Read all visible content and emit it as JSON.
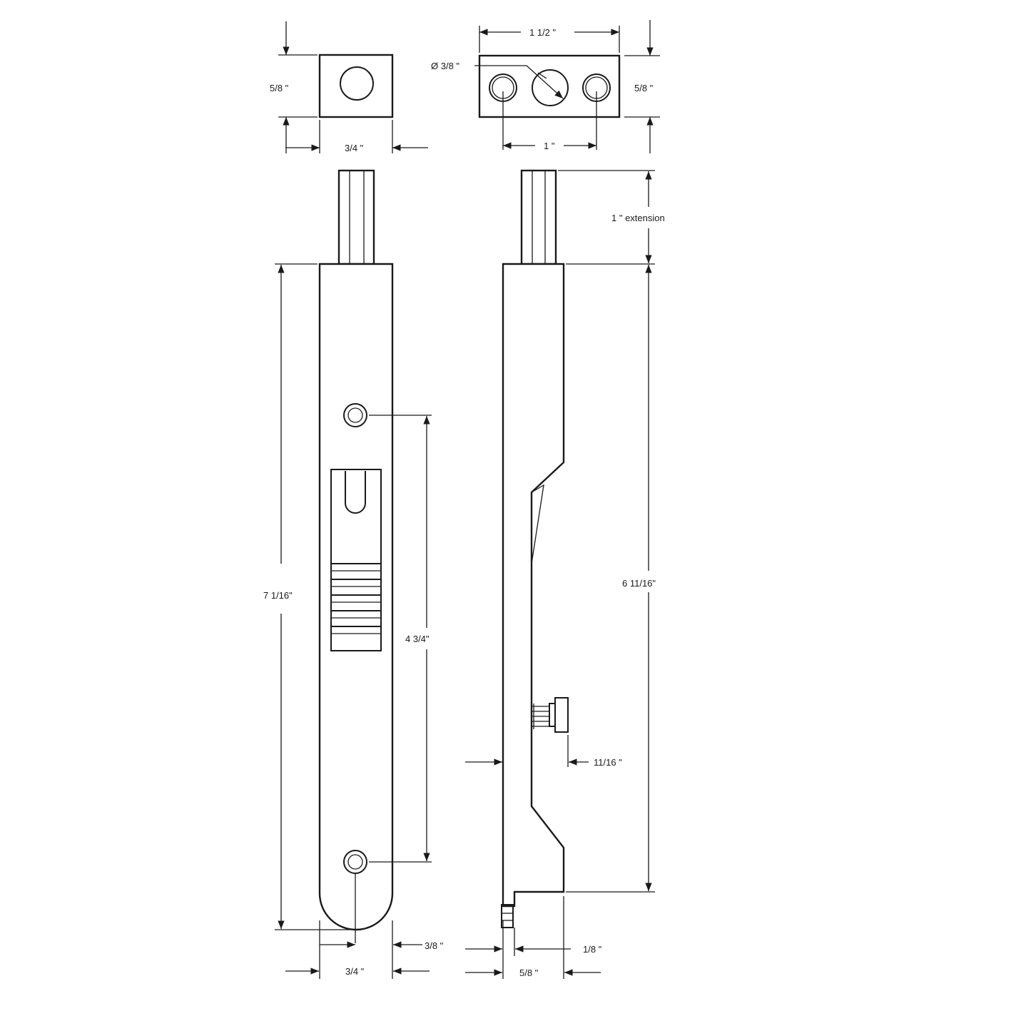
{
  "dimensions": {
    "top_block_height": "5/8 \"",
    "top_block_width": "3/4 \"",
    "end_plate_width": "1 1/2 \"",
    "hole_diameter": "Ø 3/8 \"",
    "end_plate_height": "5/8 \"",
    "hole_spacing": "1 \"",
    "extension": "1 \" extension",
    "overall_length": "7 1/16\"",
    "mounting_hole_spacing": "4 3/4\"",
    "body_length": "6 11/16\"",
    "screw_offset": "11/16 \"",
    "bottom_offset": "3/8 \"",
    "bottom_width": "3/4 \"",
    "side_offset": "1/8 \"",
    "side_depth": "5/8 \""
  }
}
